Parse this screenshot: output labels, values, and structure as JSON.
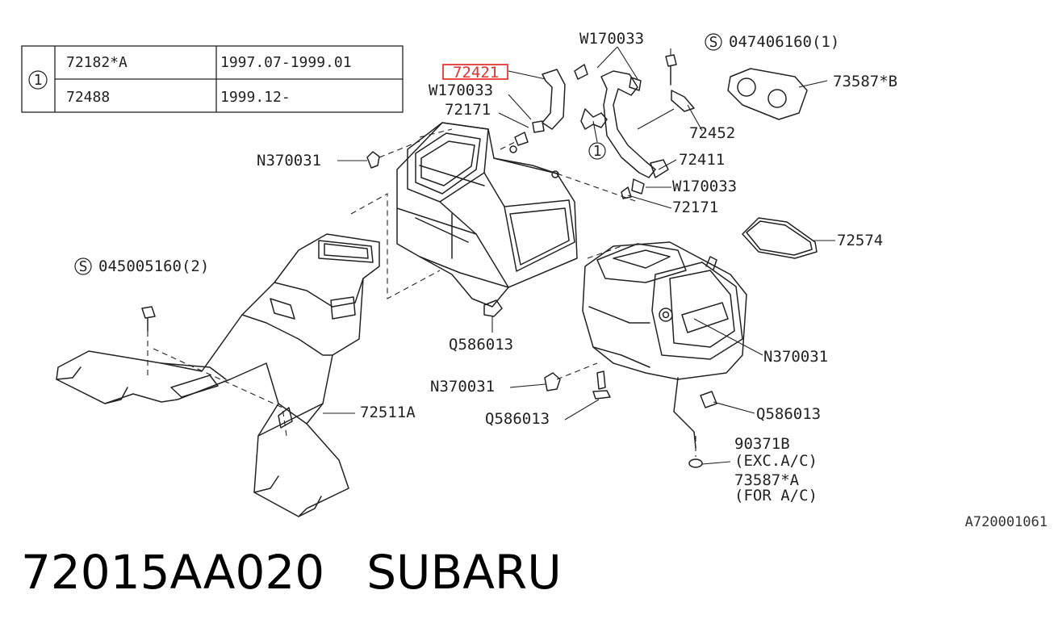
{
  "table": {
    "marker": "1",
    "rows": [
      {
        "part": "72182*A",
        "dates": "1997.07-1999.01"
      },
      {
        "part": "72488",
        "dates": "1999.12-"
      }
    ]
  },
  "highlight_color": "#e53935",
  "callouts": {
    "c72421": "72421",
    "c_w170033_top": "W170033",
    "c_w170033_left": "W170033",
    "c_72171_top": "72171",
    "c_s_top_prefix": "S",
    "c_047406160": "047406160(1)",
    "c_73587b": "73587*B",
    "c_72452": "72452",
    "c_72411": "72411",
    "c_w170033_right": "W170033",
    "c_72171_right": "72171",
    "c_marker_mid": "1",
    "c_n370031_a": "N370031",
    "c_72574": "72574",
    "c_s_left_prefix": "S",
    "c_045005160": "045005160(2)",
    "c_q586013_a": "Q586013",
    "c_n370031_b": "N370031",
    "c_n370031_c": "N370031",
    "c_q586013_b": "Q586013",
    "c_q586013_c": "Q586013",
    "c_72511a": "72511A",
    "c_90371b": "90371B",
    "c_exc_ac": "(EXC.A/C)",
    "c_73587a": "73587*A",
    "c_for_ac": "(FOR A/C)"
  },
  "diagram_code": "A720001061",
  "footer": {
    "part_number": "72015AA020",
    "brand": "SUBARU"
  }
}
